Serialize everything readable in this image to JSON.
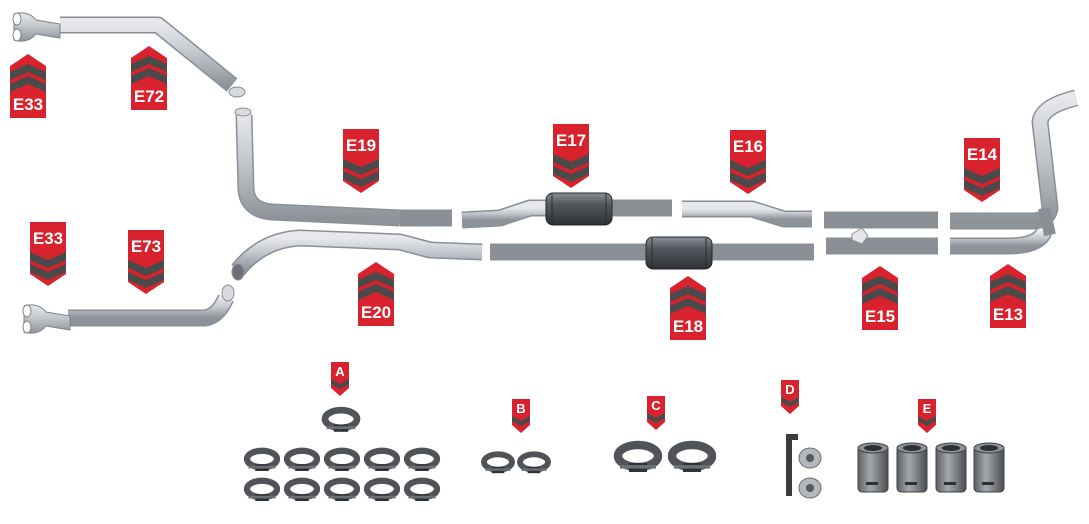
{
  "colors": {
    "badge_red": "#d8232e",
    "chevron_gray": "#4a4a4a",
    "pipe_light": "#c9cdd3",
    "pipe_mid": "#a9aeb6",
    "pipe_edge": "#7d828a",
    "muffler_dark": "#3b3e43",
    "hardware_dark": "#505357",
    "background": "#ffffff"
  },
  "badges": [
    {
      "id": "e33-top",
      "text": "E33",
      "style": "up"
    },
    {
      "id": "e72",
      "text": "E72",
      "style": "up"
    },
    {
      "id": "e19",
      "text": "E19",
      "style": "down"
    },
    {
      "id": "e17",
      "text": "E17",
      "style": "down"
    },
    {
      "id": "e16",
      "text": "E16",
      "style": "down"
    },
    {
      "id": "e14",
      "text": "E14",
      "style": "down"
    },
    {
      "id": "e33-bottom",
      "text": "E33",
      "style": "down"
    },
    {
      "id": "e73",
      "text": "E73",
      "style": "down"
    },
    {
      "id": "e20",
      "text": "E20",
      "style": "up"
    },
    {
      "id": "e18",
      "text": "E18",
      "style": "up"
    },
    {
      "id": "e15",
      "text": "E15",
      "style": "up"
    },
    {
      "id": "e13",
      "text": "E13",
      "style": "up"
    }
  ],
  "hardware": [
    {
      "id": "a",
      "text": "A",
      "item": "clamp-set-large",
      "count": 11
    },
    {
      "id": "b",
      "text": "B",
      "item": "clamp-set-small",
      "count": 2
    },
    {
      "id": "c",
      "text": "C",
      "item": "band-clamp-set",
      "count": 2
    },
    {
      "id": "d",
      "text": "D",
      "item": "allen-key-and-plugs",
      "count": 2
    },
    {
      "id": "e",
      "text": "E",
      "item": "exhaust-tips",
      "count": 4
    }
  ]
}
